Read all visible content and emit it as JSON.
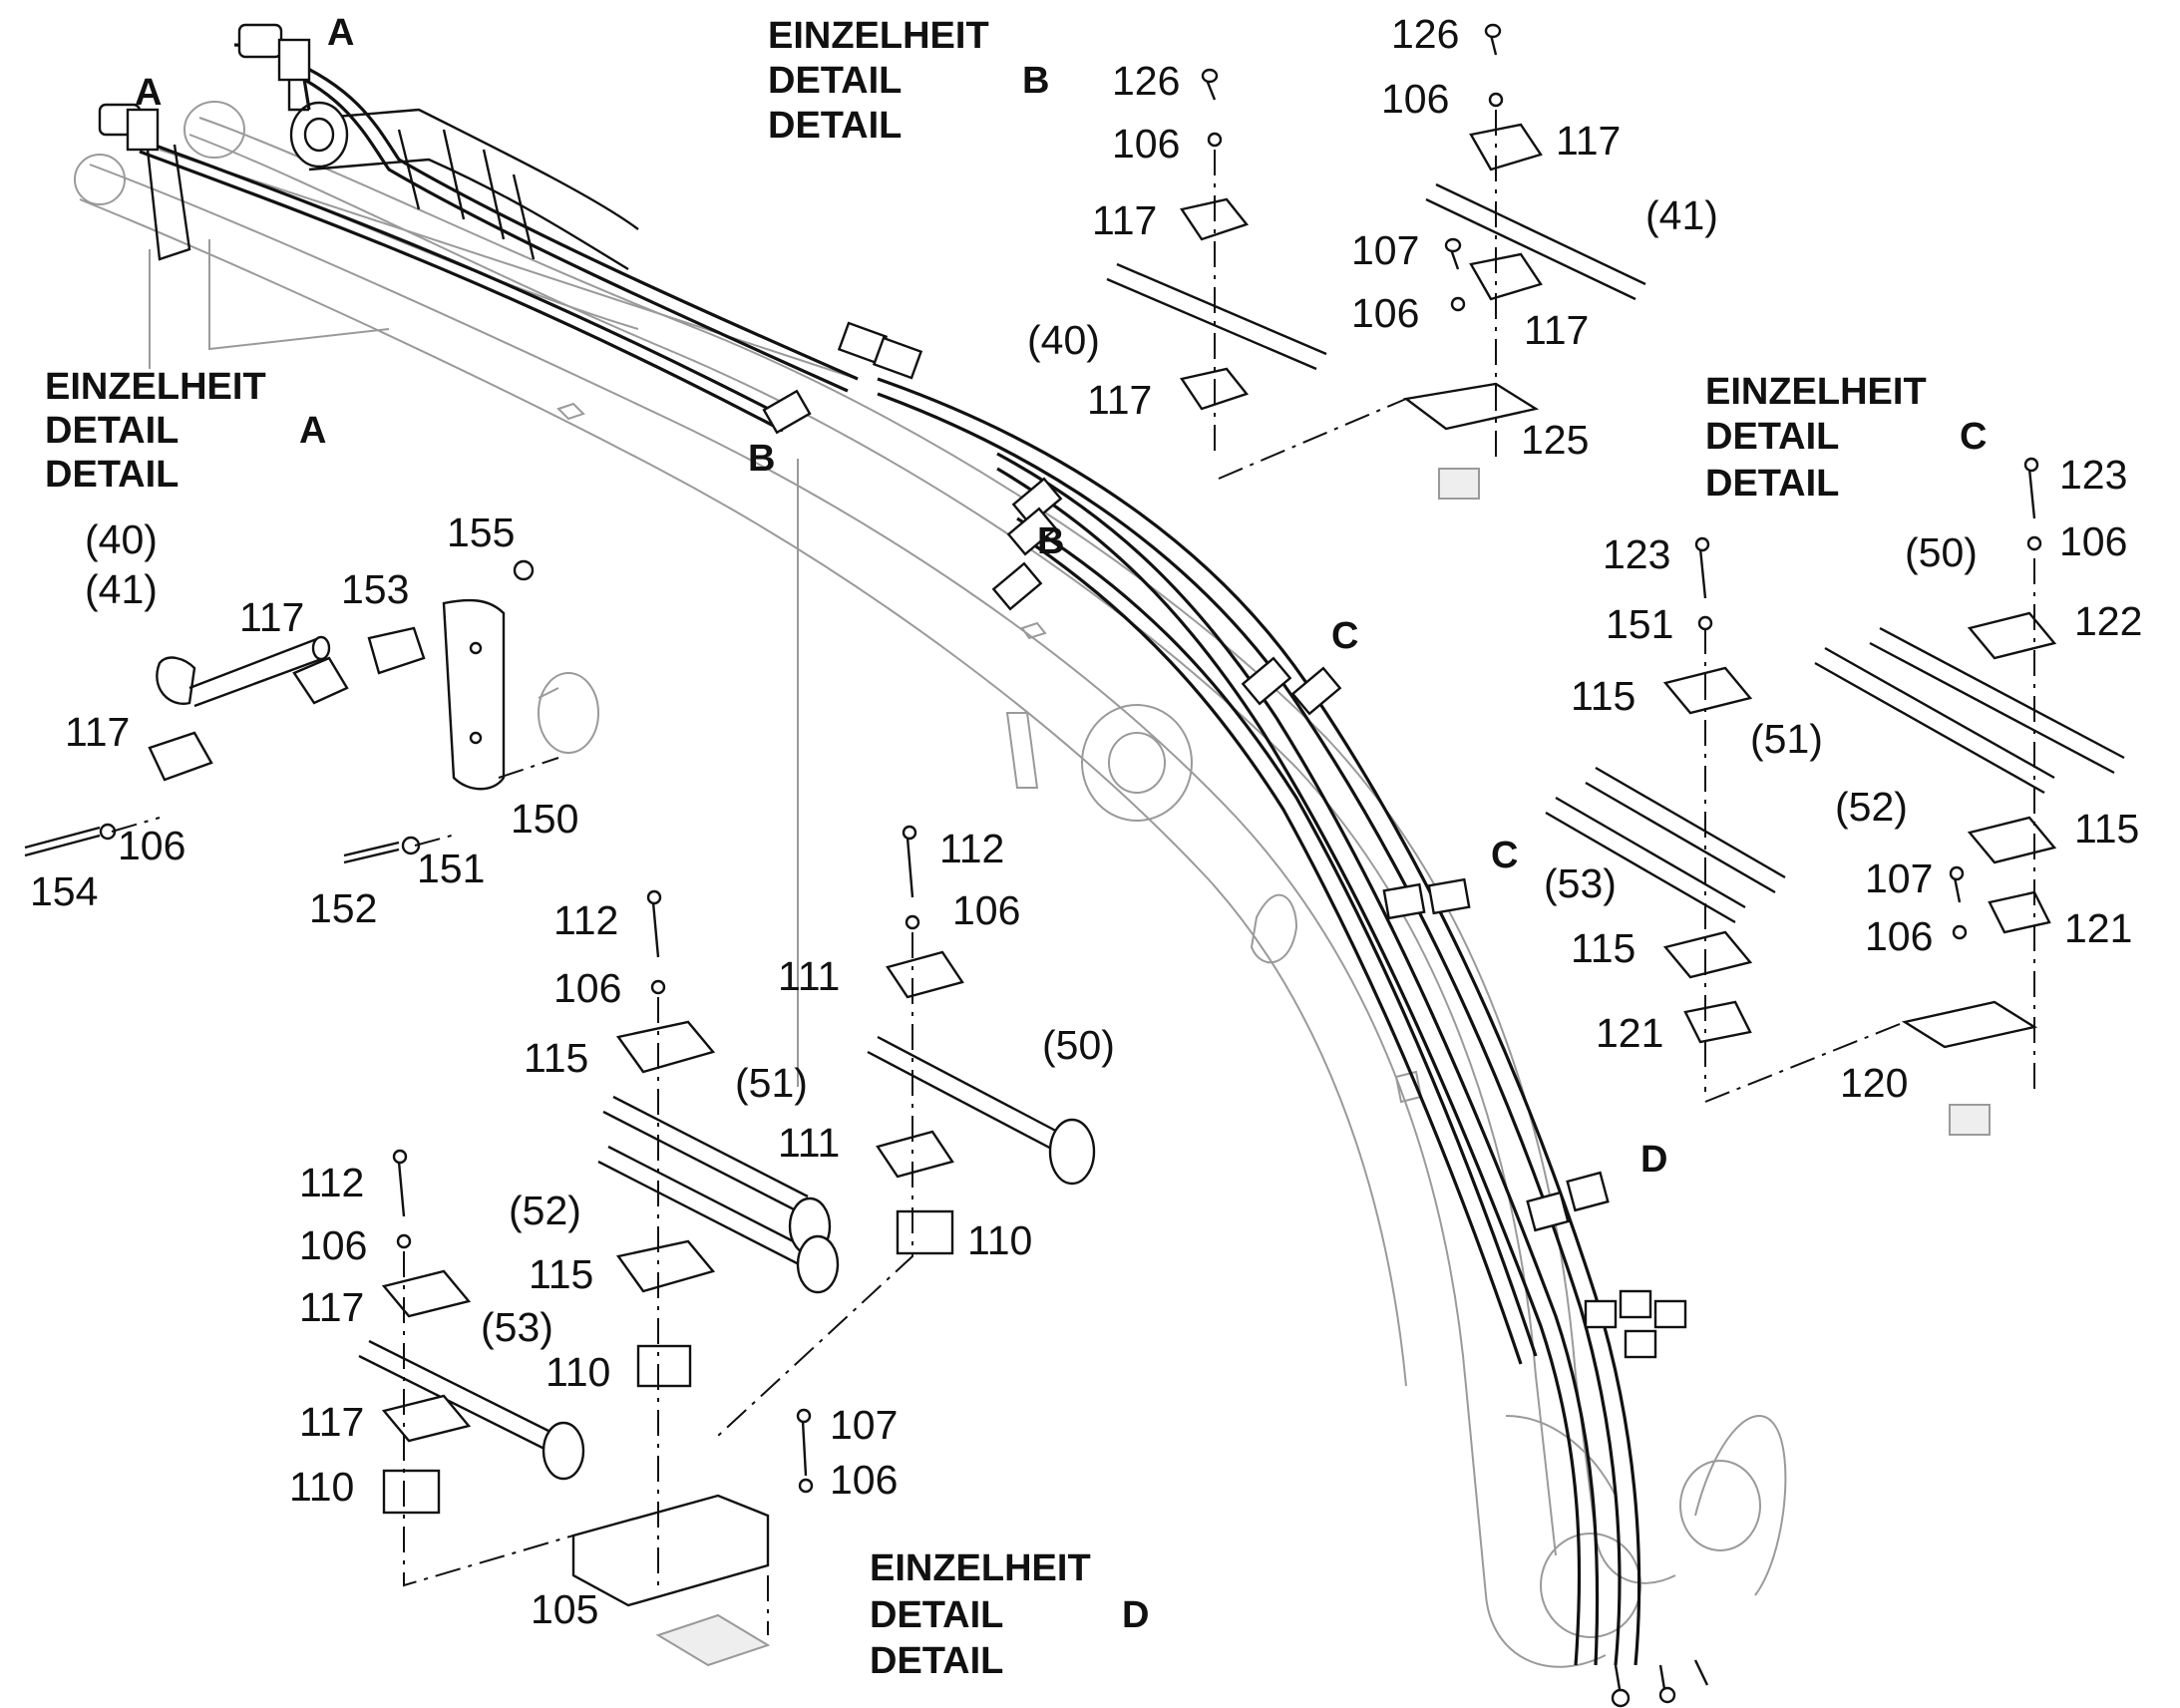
{
  "details": {
    "A": {
      "line1": "EINZELHEIT",
      "line2": "DETAIL",
      "line3": "DETAIL",
      "letter": "A"
    },
    "B": {
      "line1": "EINZELHEIT",
      "line2": "DETAIL",
      "line3": "DETAIL",
      "letter": "B"
    },
    "C": {
      "line1": "EINZELHEIT",
      "line2": "DETAIL",
      "line3": "DETAIL",
      "letter": "C"
    },
    "D": {
      "line1": "EINZELHEIT",
      "line2": "DETAIL",
      "line3": "DETAIL",
      "letter": "D"
    }
  },
  "callouts": {
    "A1": "A",
    "A2": "A",
    "B1": "B",
    "B2": "B",
    "C1": "C",
    "C2": "C",
    "D1": "D"
  },
  "parts_b": {
    "p126a": "126",
    "p106a": "106",
    "p117a": "117",
    "p40": "(40)",
    "p117b": "117",
    "p126b": "126",
    "p106b": "106",
    "p117c": "117",
    "p41": "(41)",
    "p107": "107",
    "p106c": "106",
    "p117d": "117",
    "p125": "125"
  },
  "parts_a": {
    "p40": "(40)",
    "p41": "(41)",
    "p117a": "117",
    "p153": "153",
    "p155": "155",
    "p117b": "117",
    "p106": "106",
    "p154": "154",
    "p150": "150",
    "p152": "152",
    "p151": "151"
  },
  "parts_c": {
    "p123a": "123",
    "p106a": "106",
    "p50": "(50)",
    "p122": "122",
    "p123b": "123",
    "p151": "151",
    "p115a": "115",
    "p51": "(51)",
    "p52": "(52)",
    "p53": "(53)",
    "p115b": "115",
    "p107": "107",
    "p106b": "106",
    "p121a": "121",
    "p115c": "115",
    "p121b": "121",
    "p120": "120"
  },
  "parts_d": {
    "p112a": "112",
    "p106a": "106",
    "p112b": "112",
    "p106b": "106",
    "p111a": "111",
    "p115a": "115",
    "p51": "(51)",
    "p50": "(50)",
    "p111b": "111",
    "p52": "(52)",
    "p110a": "110",
    "p115b": "115",
    "p112c": "112",
    "p106c": "106",
    "p117a": "117",
    "p53": "(53)",
    "p110b": "110",
    "p117b": "117",
    "p107": "107",
    "p106d": "106",
    "p110c": "110",
    "p105": "105"
  }
}
